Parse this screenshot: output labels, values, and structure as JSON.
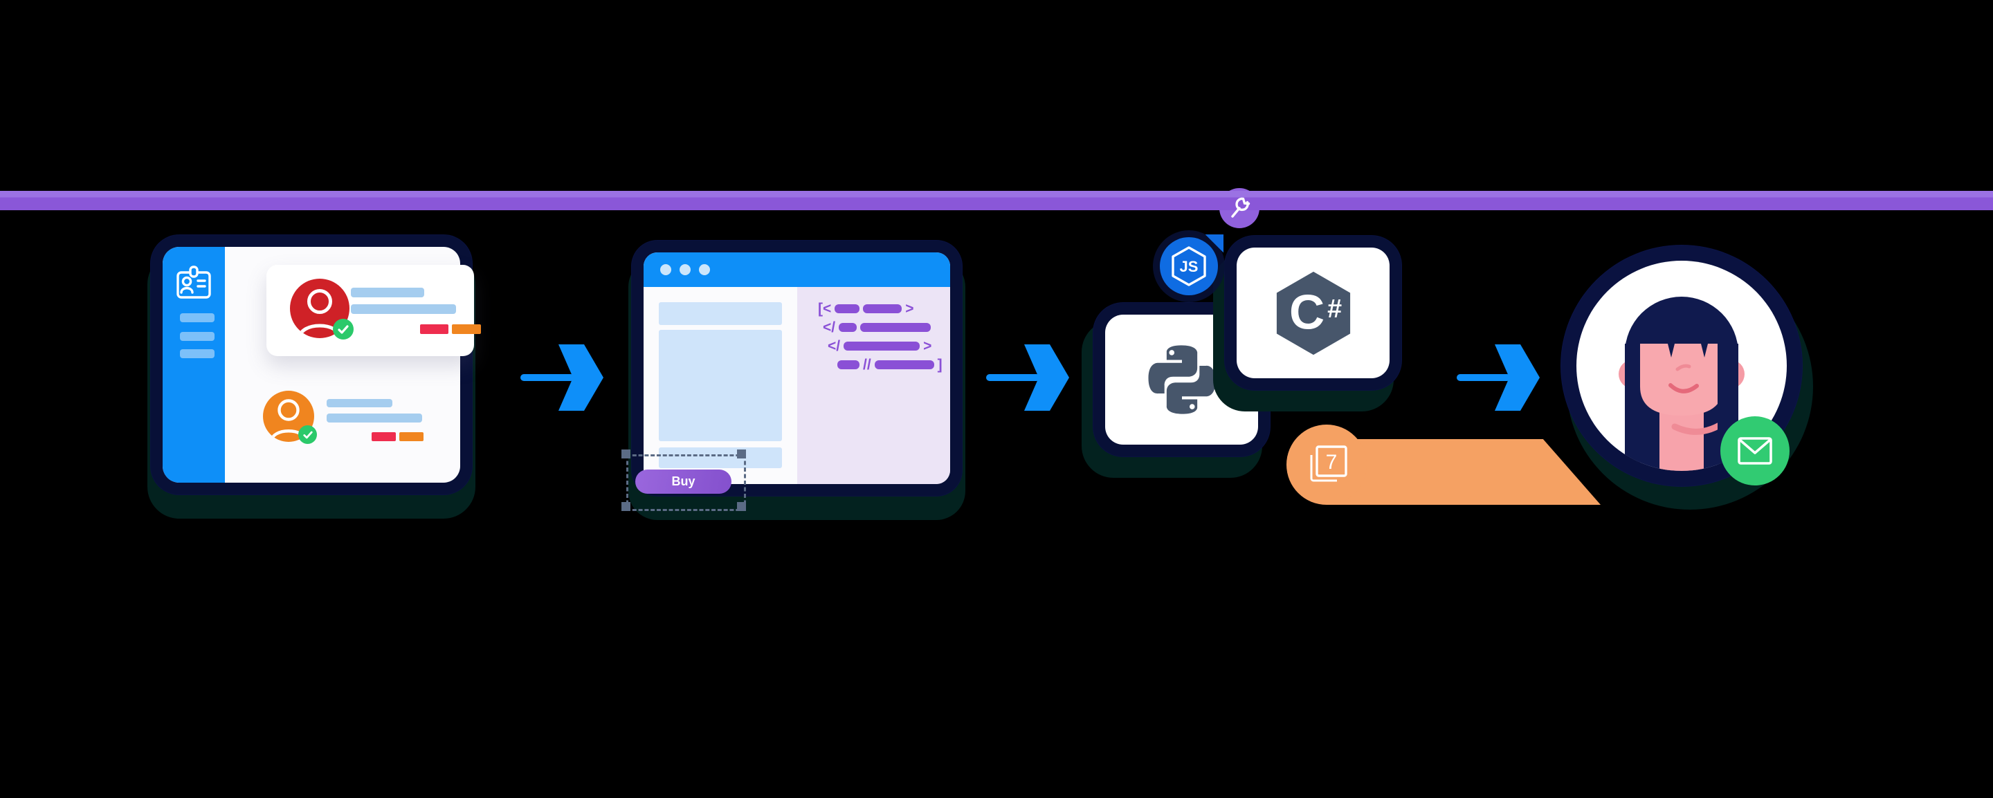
{
  "scene": {
    "description": "web-scraping workflow illustration",
    "background_color": "#000000",
    "accent_bar_color": "#8a57d8",
    "arrow_color": "#0e8ff9"
  },
  "contacts_card": {
    "sidebar_color": "#0e8ff8",
    "profile_colors": {
      "first_avatar": "#cf2127",
      "second_avatar": "#f0851f"
    },
    "status_color": "#2bc96a",
    "tag_colors": {
      "red": "#ee2d4e",
      "orange": "#f0851f"
    }
  },
  "browser_window": {
    "titlebar_color": "#0e8ff8",
    "code_pane_color": "#ece4f6",
    "code_color": "#8a50d6",
    "code_glyphs": {
      "open": "[<",
      "close_slash": "</",
      "gt": ">",
      "comment": "//",
      "bracket_end": "]"
    },
    "buy_button": {
      "label": "Buy",
      "color": "#8d58d5"
    }
  },
  "languages": {
    "javascript": {
      "label": "JS",
      "bubble_color": "#0f6ce2"
    },
    "csharp": {
      "letter": "C",
      "hash": "#",
      "logo_color": "#47566b"
    },
    "python": {
      "logo_color": "#47566b"
    },
    "page_count_badge": {
      "label": "7",
      "color": "#f5a163"
    }
  },
  "recipient": {
    "badge_color": "#31cb72",
    "hair_color": "#101a4e",
    "skin_color": "#f8a8ae"
  }
}
